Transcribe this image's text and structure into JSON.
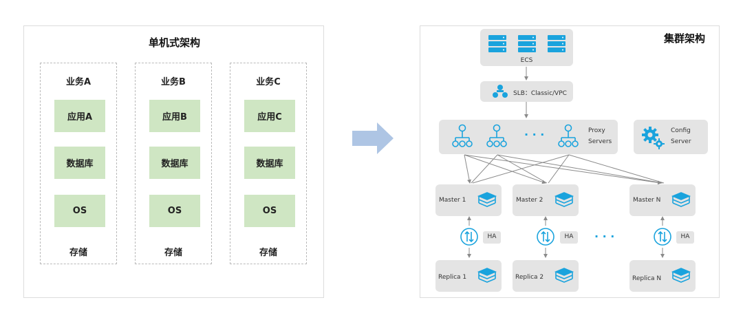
{
  "left": {
    "title": "单机式架构",
    "columns": [
      {
        "name": "业务A",
        "app": "应用A",
        "db": "数据库",
        "os": "OS",
        "storage": "存储"
      },
      {
        "name": "业务B",
        "app": "应用B",
        "db": "数据库",
        "os": "OS",
        "storage": "存储"
      },
      {
        "name": "业务C",
        "app": "应用C",
        "db": "数据库",
        "os": "OS",
        "storage": "存储"
      }
    ]
  },
  "right": {
    "title": "集群架构",
    "ecs": "ECS",
    "slb": "SLB：Classic/VPC",
    "proxy_line1": "Proxy",
    "proxy_line2": "Servers",
    "proxy_dots": "· · ·",
    "config_line1": "Config",
    "config_line2": "Server",
    "masters": [
      "Master 1",
      "Master 2",
      "Master N"
    ],
    "replicas": [
      "Replica 1",
      "Replica 2",
      "Replica N"
    ],
    "ha": "HA",
    "dots": "· · ·"
  },
  "colors": {
    "accent_blue": "#1aa3dd",
    "green_box": "#cfe6c3",
    "gray_box": "#e4e4e4",
    "arrow": "#aec5e4"
  }
}
